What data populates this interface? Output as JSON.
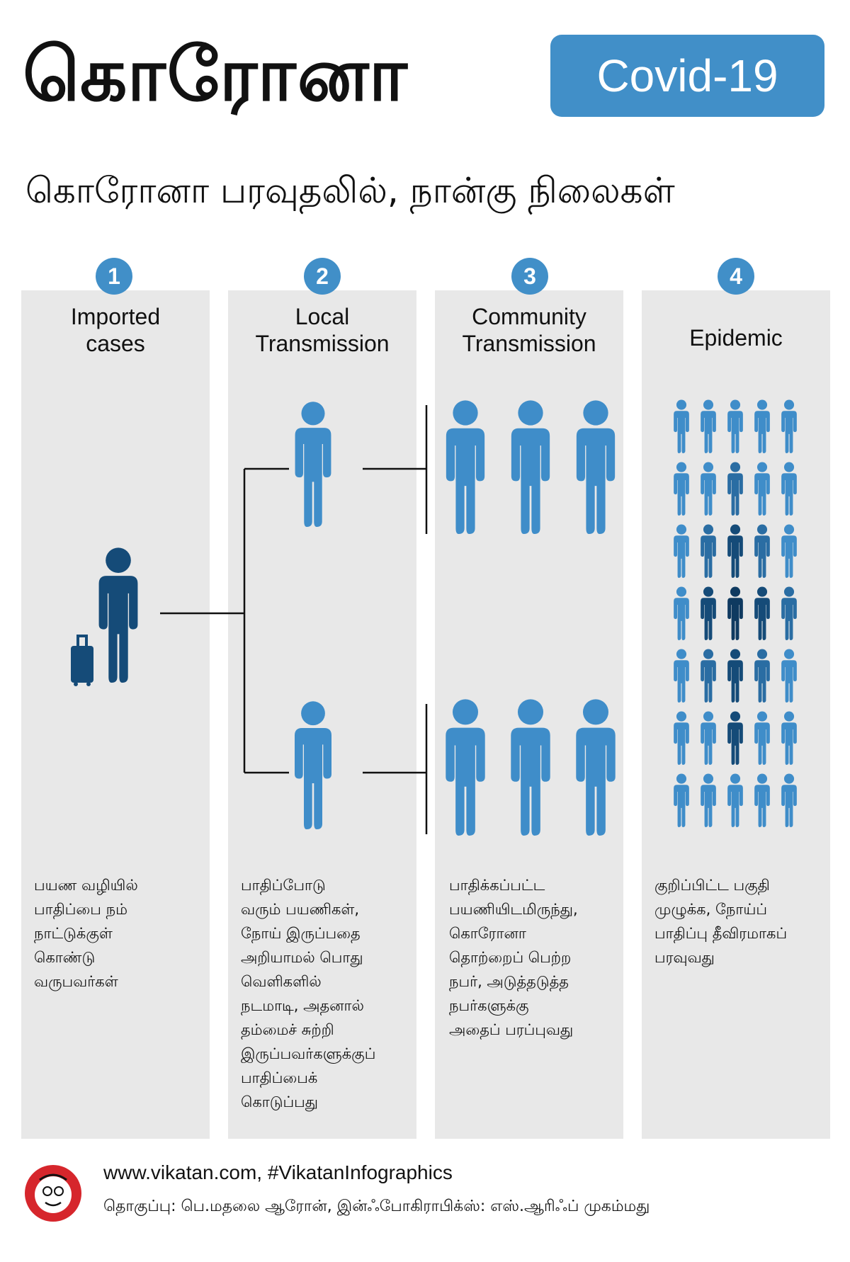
{
  "header": {
    "title": "கொரோனா",
    "badge": "Covid-19",
    "subtitle": "கொரோனா பரவுதலில், நான்கு நிலைகள்"
  },
  "stages": [
    {
      "number": "1",
      "heading": "Imported\ncases",
      "description": "பயண வழியில்\nபாதிப்பை நம்\nநாட்டுக்குள்\nகொண்டு\nவருபவர்கள்"
    },
    {
      "number": "2",
      "heading": "Local\nTransmission",
      "description": "பாதிப்போடு\nவரும் பயணிகள்,\nநோய் இருப்பதை\nஅறியாமல் பொது\nவெளிகளில்\nநடமாடி, அதனால்\nதம்மைச் சுற்றி\nஇருப்பவர்களுக்குப்\nபாதிப்பைக்\nகொடுப்பது"
    },
    {
      "number": "3",
      "heading": "Community\nTransmission",
      "description": "பாதிக்கப்பட்ட\nபயணியிடமிருந்து,\nகொரோனா\nதொற்றைப் பெற்ற\nநபர், அடுத்தடுத்த\nநபர்களுக்கு\nஅதைப் பரப்புவது"
    },
    {
      "number": "4",
      "heading": "Epidemic",
      "description": "குறிப்பிட்ட பகுதி\nமுழுக்க, நோய்ப்\nபாதிப்பு தீவிரமாகப்\nபரவுவது"
    }
  ],
  "footer": {
    "url": "www.vikatan.com, #VikatanInfographics",
    "credit": "தொகுப்பு: பெ.மதலை ஆரோன், இன்ஃபோகிராபிக்ஸ்: எஸ்.ஆரிஃப் முகம்மது"
  },
  "colors": {
    "accent": "#418fc8",
    "panel": "#e8e8e8",
    "person_light": "#3f8dc9",
    "person_mid": "#2a6da3",
    "person_dark": "#154b78",
    "person_darkest": "#0f3a60",
    "logo_red": "#d6262c"
  },
  "icons": [
    "person-icon",
    "suitcase-icon",
    "vikatan-logo"
  ]
}
